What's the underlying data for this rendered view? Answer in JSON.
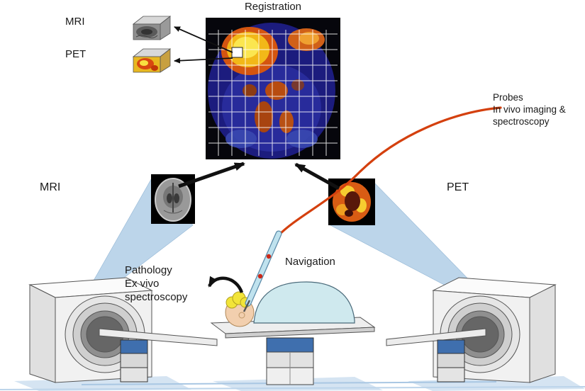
{
  "figure": {
    "registration_label": "Registration",
    "mri_slice_label": "MRI",
    "pet_slice_label": "PET",
    "probes_lines": [
      "Probes",
      "In vivo imaging &",
      "spectroscopy"
    ],
    "mri_scanner_label": "MRI",
    "pet_scanner_label": "PET",
    "navigation_label": "Navigation",
    "pathology_lines": [
      "Pathology",
      "Ex vivo",
      "spectroscopy"
    ]
  },
  "colors": {
    "probe_cable": "#d4400e",
    "beam": "#b9d3e9",
    "blanket": "#cfe9ee",
    "pedestal_blue": "#3f6fae",
    "hot_yellow": "#f2b818",
    "hot_orange": "#d45510",
    "brain_blue": "#1c1c7e",
    "grid_line": "#ffffff",
    "arrow": "#111111"
  }
}
